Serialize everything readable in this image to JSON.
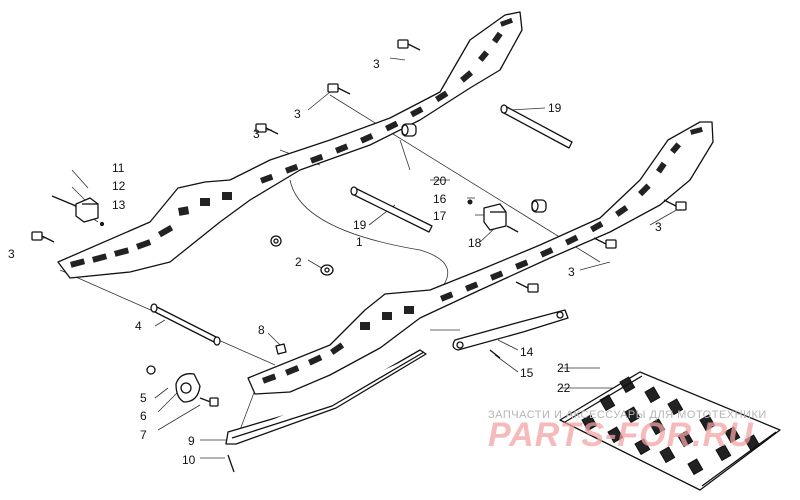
{
  "callouts": [
    {
      "id": "c3a",
      "label": "3"
    },
    {
      "id": "c3b",
      "label": "3"
    },
    {
      "id": "c3c",
      "label": "3"
    },
    {
      "id": "c3d",
      "label": "3"
    },
    {
      "id": "c3e",
      "label": "3"
    },
    {
      "id": "c3f",
      "label": "3"
    },
    {
      "id": "c1",
      "label": "1"
    },
    {
      "id": "c2",
      "label": "2"
    },
    {
      "id": "c4",
      "label": "4"
    },
    {
      "id": "c5",
      "label": "5"
    },
    {
      "id": "c6",
      "label": "6"
    },
    {
      "id": "c7",
      "label": "7"
    },
    {
      "id": "c8",
      "label": "8"
    },
    {
      "id": "c9",
      "label": "9"
    },
    {
      "id": "c10",
      "label": "10"
    },
    {
      "id": "c11",
      "label": "11"
    },
    {
      "id": "c12",
      "label": "12"
    },
    {
      "id": "c13",
      "label": "13"
    },
    {
      "id": "c14",
      "label": "14"
    },
    {
      "id": "c15",
      "label": "15"
    },
    {
      "id": "c16",
      "label": "16"
    },
    {
      "id": "c17",
      "label": "17"
    },
    {
      "id": "c18",
      "label": "18"
    },
    {
      "id": "c19a",
      "label": "19"
    },
    {
      "id": "c19b",
      "label": "19"
    },
    {
      "id": "c20",
      "label": "20"
    },
    {
      "id": "c21",
      "label": "21"
    },
    {
      "id": "c22",
      "label": "22"
    }
  ],
  "watermark": {
    "subtitle": "ЗАПЧАСТИ И АКСЕССУАРЫ ДЛЯ МОТОТЕХНИКИ",
    "brand": "PARTS-FOR.RU",
    "color": "#f3a3a3"
  }
}
